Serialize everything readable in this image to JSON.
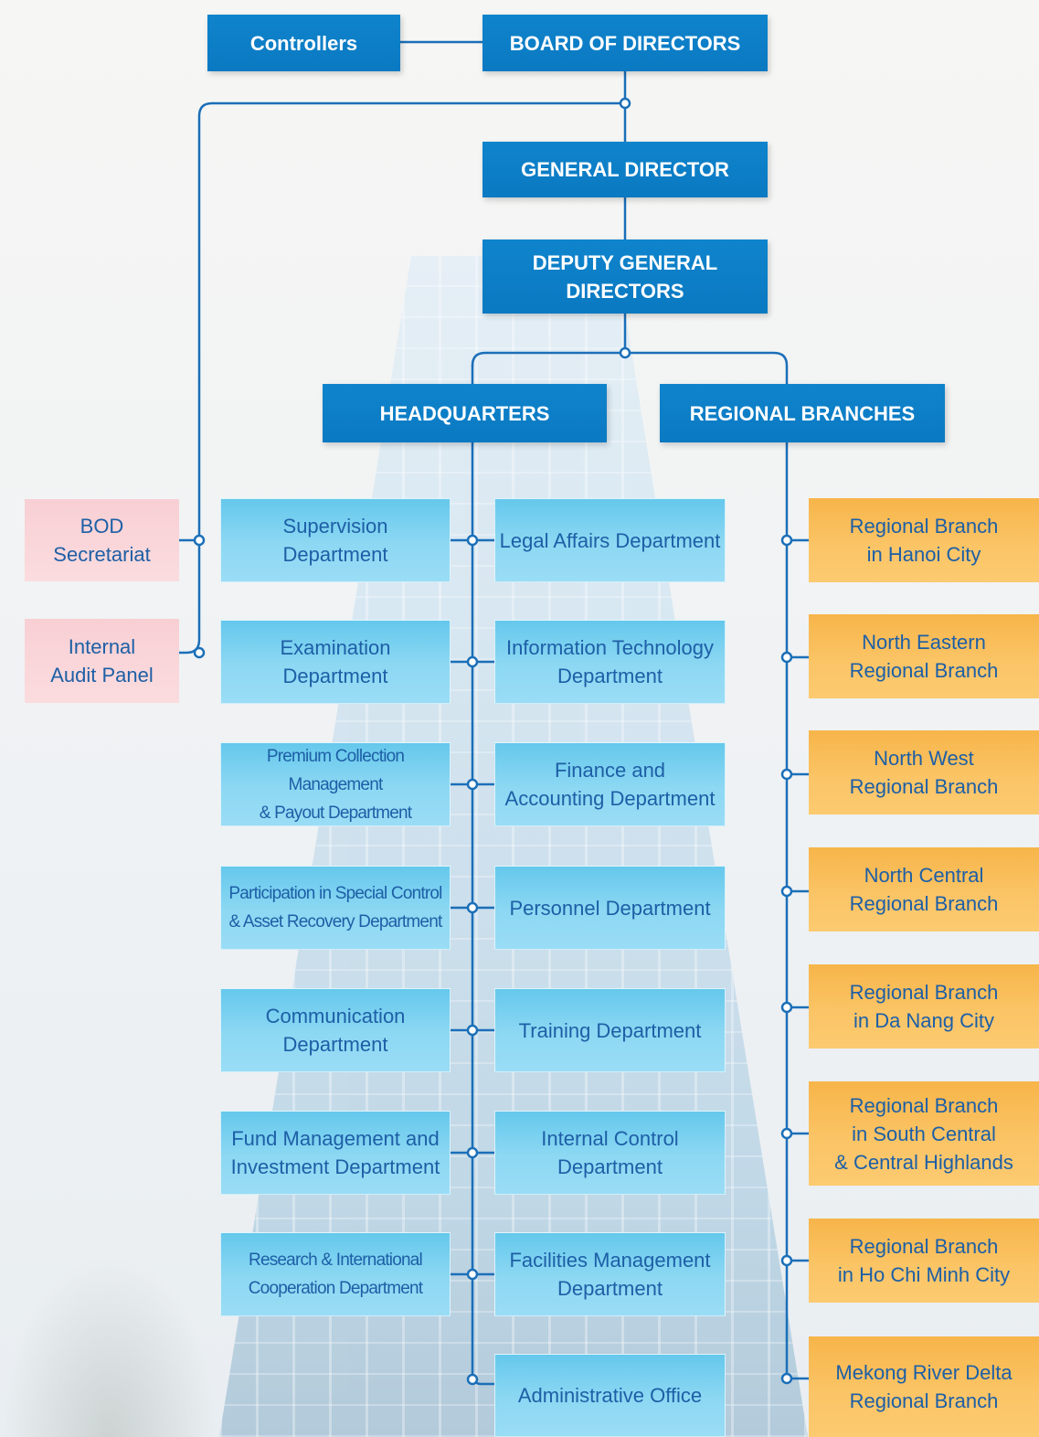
{
  "top": {
    "controllers": "Controllers",
    "board": "BOARD OF DIRECTORS",
    "general_director": "GENERAL DIRECTOR",
    "deputy": "DEPUTY GENERAL\nDIRECTORS",
    "headquarters": "HEADQUARTERS",
    "regional": "REGIONAL BRANCHES"
  },
  "bod_units": [
    "BOD\nSecretariat",
    "Internal\nAudit Panel"
  ],
  "hq_left": [
    "Supervision\nDepartment",
    "Examination\nDepartment",
    "Premium Collection Management\n& Payout Department",
    "Participation in Special Control\n& Asset Recovery Department",
    "Communication\nDepartment",
    "Fund Management and\nInvestment Department",
    "Research & International\nCooperation Department"
  ],
  "hq_right": [
    "Legal Affairs Department",
    "Information Technology\nDepartment",
    "Finance and\nAccounting Department",
    "Personnel Department",
    "Training Department",
    "Internal Control\nDepartment",
    "Facilities Management\nDepartment",
    "Administrative Office"
  ],
  "branches": [
    "Regional Branch\nin Hanoi City",
    "North Eastern\nRegional Branch",
    "North West\nRegional Branch",
    "North Central\nRegional Branch",
    "Regional Branch\nin Da Nang City",
    "Regional Branch\nin South Central\n& Central Highlands",
    "Regional Branch\nin Ho Chi Minh City",
    "Mekong River Delta\nRegional Branch"
  ],
  "colors": {
    "dark_box": "#0a79c2",
    "light_box": "#8dd8f3",
    "pink_box": "#fbdcde",
    "orange_box": "#fbc567",
    "line": "#1b6fb8",
    "text_blue": "#1d5fa6"
  }
}
